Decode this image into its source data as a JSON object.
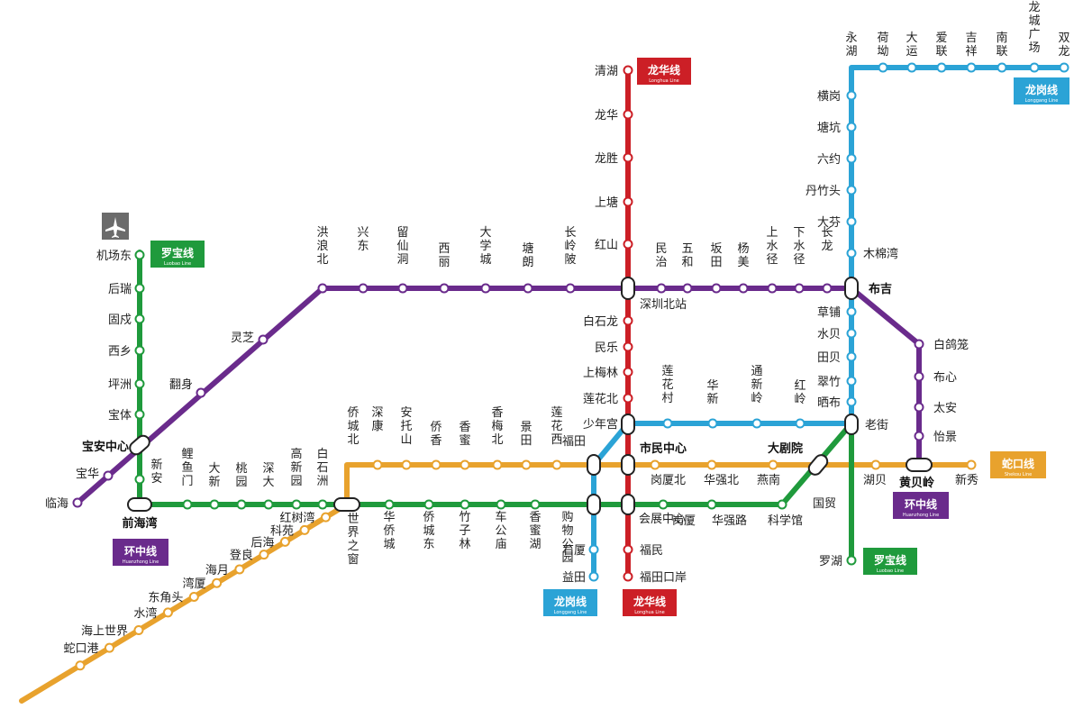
{
  "airport_icon": "airplane-icon",
  "lines": {
    "luobao": {
      "color": "#1f9a3c",
      "tag_top": {
        "cn": "罗宝线",
        "en": "Luobao Line"
      },
      "tag_bottom": {
        "cn": "罗宝线",
        "en": "Luobao Line"
      }
    },
    "longhua": {
      "color": "#cc1f26",
      "tag_top": {
        "cn": "龙华线",
        "en": "Longhua Line"
      },
      "tag_bottom": {
        "cn": "龙华线",
        "en": "Longhua Line"
      }
    },
    "longgang": {
      "color": "#2ba3d6",
      "tag_top": {
        "cn": "龙岗线",
        "en": "Longgang Line"
      },
      "tag_bottom": {
        "cn": "龙岗线",
        "en": "Longgang Line"
      }
    },
    "huanzhong": {
      "color": "#6a2b8c",
      "tag_left": {
        "cn": "环中线",
        "en": "Huanzhong Line"
      },
      "tag_right": {
        "cn": "环中线",
        "en": "Huanzhong Line"
      }
    },
    "shekou": {
      "color": "#e8a22d",
      "tag_right": {
        "cn": "蛇口线",
        "en": "Shekou Line"
      }
    }
  },
  "stations": {
    "luobao_west": [
      "机场东",
      "后瑞",
      "固戍",
      "西乡",
      "坪洲",
      "宝体",
      "新安"
    ],
    "luobao_main": [
      "鲤鱼门",
      "大新",
      "桃园",
      "深大",
      "高新园",
      "白石洲",
      "世界之窗",
      "华侨城",
      "侨城东",
      "竹子林",
      "车公庙",
      "香蜜湖",
      "购物公园",
      "会展中心",
      "岗厦",
      "华强路",
      "科学馆",
      "大剧院",
      "老街",
      "国贸",
      "罗湖"
    ],
    "longhua": [
      "清湖",
      "龙华",
      "龙胜",
      "上塘",
      "红山",
      "深圳北站",
      "白石龙",
      "民乐",
      "上梅林",
      "莲花北",
      "少年宫",
      "市民中心",
      "会展中心",
      "福民",
      "福田口岸"
    ],
    "longgang_top": [
      "永湖",
      "荷坳",
      "大运",
      "爱联",
      "吉祥",
      "南联",
      "龙城广场",
      "双龙"
    ],
    "longgang_vertical": [
      "横岗",
      "塘坑",
      "六约",
      "丹竹头",
      "大芬",
      "木棉湾",
      "布吉",
      "草铺",
      "水贝",
      "田贝",
      "翠竹",
      "晒布",
      "老街"
    ],
    "longgang_east": [
      "莲花村",
      "华新",
      "通新岭",
      "红岭"
    ],
    "longgang_south": [
      "福田",
      "购物公园",
      "石厦",
      "益田"
    ],
    "huanzhong": [
      "宝华",
      "宝安中心",
      "翻身",
      "灵芝",
      "洪浪北",
      "兴东",
      "留仙洞",
      "西丽",
      "大学城",
      "塘朗",
      "长岭陂",
      "民治",
      "五和",
      "坂田",
      "杨美",
      "上水径",
      "下水径",
      "长龙",
      "白鸽笼",
      "布心",
      "太安",
      "怡景",
      "黄贝岭"
    ],
    "shekou": [
      "侨城北",
      "深康",
      "安托山",
      "侨香",
      "香蜜",
      "香梅北",
      "景田",
      "莲花西",
      "岗厦北",
      "华强北",
      "燕南",
      "湖贝",
      "新秀",
      "红树湾",
      "科苑",
      "后海",
      "登良",
      "海月",
      "湾厦",
      "东角头",
      "水湾",
      "海上世界",
      "蛇口港"
    ],
    "west_end": [
      "临海",
      "前海湾"
    ]
  }
}
